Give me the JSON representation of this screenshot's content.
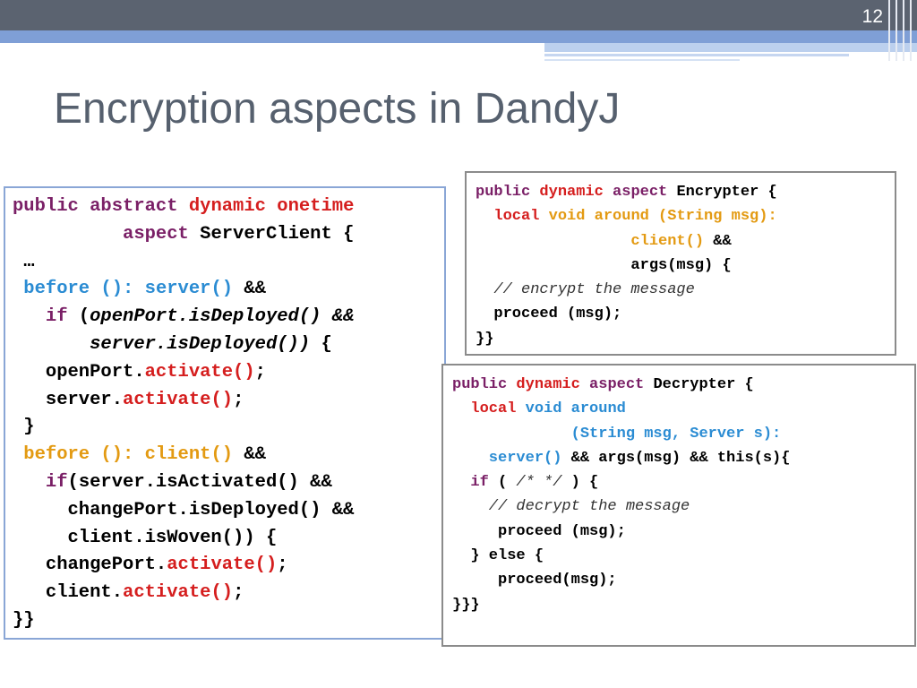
{
  "slide": {
    "number": "12",
    "title": "Encryption aspects in DandyJ"
  },
  "colors": {
    "purple": "#7a1f66",
    "red": "#d51e1e",
    "blue": "#2b8cd3",
    "orange": "#e39a12",
    "title": "#56606e"
  },
  "left_code": [
    [
      {
        "t": "public ",
        "c": "kw"
      },
      {
        "t": "abstract ",
        "c": "kw"
      },
      {
        "t": "dynamic ",
        "c": "red"
      },
      {
        "t": "onetime",
        "c": "red"
      }
    ],
    [
      {
        "t": "          ",
        "c": "plain"
      },
      {
        "t": "aspect ",
        "c": "kw"
      },
      {
        "t": "ServerClient {",
        "c": "plain"
      }
    ],
    [
      {
        "t": " …",
        "c": "plain"
      }
    ],
    [
      {
        "t": " before ",
        "c": "blue"
      },
      {
        "t": "(): ",
        "c": "blue"
      },
      {
        "t": "server() ",
        "c": "blue"
      },
      {
        "t": "&&",
        "c": "plain"
      }
    ],
    [
      {
        "t": "   if ",
        "c": "kw"
      },
      {
        "t": "(",
        "c": "plain"
      },
      {
        "t": "openPort.isDeployed() &&",
        "c": "it"
      }
    ],
    [
      {
        "t": "       server.isDeployed()) ",
        "c": "it"
      },
      {
        "t": "{",
        "c": "plain"
      }
    ],
    [
      {
        "t": "   openPort.",
        "c": "plain"
      },
      {
        "t": "activate",
        "c": "red"
      },
      {
        "t": "()",
        "c": "red"
      },
      {
        "t": ";",
        "c": "plain"
      }
    ],
    [
      {
        "t": "   server.",
        "c": "plain"
      },
      {
        "t": "activate",
        "c": "red"
      },
      {
        "t": "()",
        "c": "red"
      },
      {
        "t": ";",
        "c": "plain"
      }
    ],
    [
      {
        "t": " }",
        "c": "plain"
      }
    ],
    [
      {
        "t": " before ",
        "c": "orange"
      },
      {
        "t": "(): ",
        "c": "orange"
      },
      {
        "t": "client() ",
        "c": "orange"
      },
      {
        "t": "&&",
        "c": "plain"
      }
    ],
    [
      {
        "t": "   if",
        "c": "kw"
      },
      {
        "t": "(server.isActivated() &&",
        "c": "plain"
      }
    ],
    [
      {
        "t": "     changePort.isDeployed() &&",
        "c": "plain"
      }
    ],
    [
      {
        "t": "     client.isWoven()) {",
        "c": "plain"
      }
    ],
    [
      {
        "t": "   changePort.",
        "c": "plain"
      },
      {
        "t": "activate",
        "c": "red"
      },
      {
        "t": "()",
        "c": "red"
      },
      {
        "t": ";",
        "c": "plain"
      }
    ],
    [
      {
        "t": "   client.",
        "c": "plain"
      },
      {
        "t": "activate",
        "c": "red"
      },
      {
        "t": "()",
        "c": "red"
      },
      {
        "t": ";",
        "c": "plain"
      }
    ],
    [
      {
        "t": "}}",
        "c": "plain"
      }
    ]
  ],
  "enc_code": [
    [
      {
        "t": "public ",
        "c": "kw"
      },
      {
        "t": "dynamic ",
        "c": "red"
      },
      {
        "t": "aspect ",
        "c": "kw"
      },
      {
        "t": "Encrypter {",
        "c": "plain"
      }
    ],
    [
      {
        "t": "  local ",
        "c": "red"
      },
      {
        "t": "void around (String msg):",
        "c": "orange"
      }
    ],
    [
      {
        "t": "                 client() ",
        "c": "orange"
      },
      {
        "t": "&&",
        "c": "plain"
      }
    ],
    [
      {
        "t": "                 args(msg) {",
        "c": "plain"
      }
    ],
    [
      {
        "t": "  // encrypt the message",
        "c": "cmt"
      }
    ],
    [
      {
        "t": "  proceed (msg);",
        "c": "plain"
      }
    ],
    [
      {
        "t": "}}",
        "c": "plain"
      }
    ]
  ],
  "dec_code": [
    [
      {
        "t": "public ",
        "c": "kw"
      },
      {
        "t": "dynamic ",
        "c": "red"
      },
      {
        "t": "aspect ",
        "c": "kw"
      },
      {
        "t": "Decrypter {",
        "c": "plain"
      }
    ],
    [
      {
        "t": "  local ",
        "c": "red"
      },
      {
        "t": "void around",
        "c": "blue"
      }
    ],
    [
      {
        "t": "             (String msg, Server s):",
        "c": "blue"
      }
    ],
    [
      {
        "t": "    server() ",
        "c": "blue"
      },
      {
        "t": "&& args(msg) && this(s){",
        "c": "plain"
      }
    ],
    [
      {
        "t": "  if ",
        "c": "kw"
      },
      {
        "t": "( ",
        "c": "plain"
      },
      {
        "t": "/* */ ",
        "c": "cmt"
      },
      {
        "t": ") {",
        "c": "plain"
      }
    ],
    [
      {
        "t": "    // decrypt the message",
        "c": "cmt"
      }
    ],
    [
      {
        "t": "     proceed (msg);",
        "c": "plain"
      }
    ],
    [
      {
        "t": "  } else {",
        "c": "plain"
      }
    ],
    [
      {
        "t": "     proceed(msg);",
        "c": "plain"
      }
    ],
    [
      {
        "t": "}}}",
        "c": "plain"
      }
    ]
  ]
}
